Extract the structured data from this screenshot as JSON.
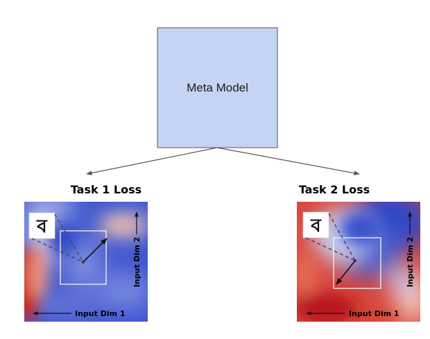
{
  "meta_model": {
    "label": "Meta Model",
    "fill": "#c5d4f4",
    "stroke": "#555555"
  },
  "tasks": [
    {
      "title": "Task 1 Loss",
      "x_axis_label": "Input Dim 1",
      "y_axis_label": "Input Dim 2",
      "glyph_icon": "handwritten-character-icon"
    },
    {
      "title": "Task 2 Loss",
      "x_axis_label": "Input Dim 1",
      "y_axis_label": "Input Dim 2",
      "glyph_icon": "handwritten-character-icon"
    }
  ],
  "colors": {
    "loss_low": "#2f49c8",
    "loss_mid": "#e9e4ea",
    "loss_high": "#c8251f",
    "arrow": "#555555"
  }
}
